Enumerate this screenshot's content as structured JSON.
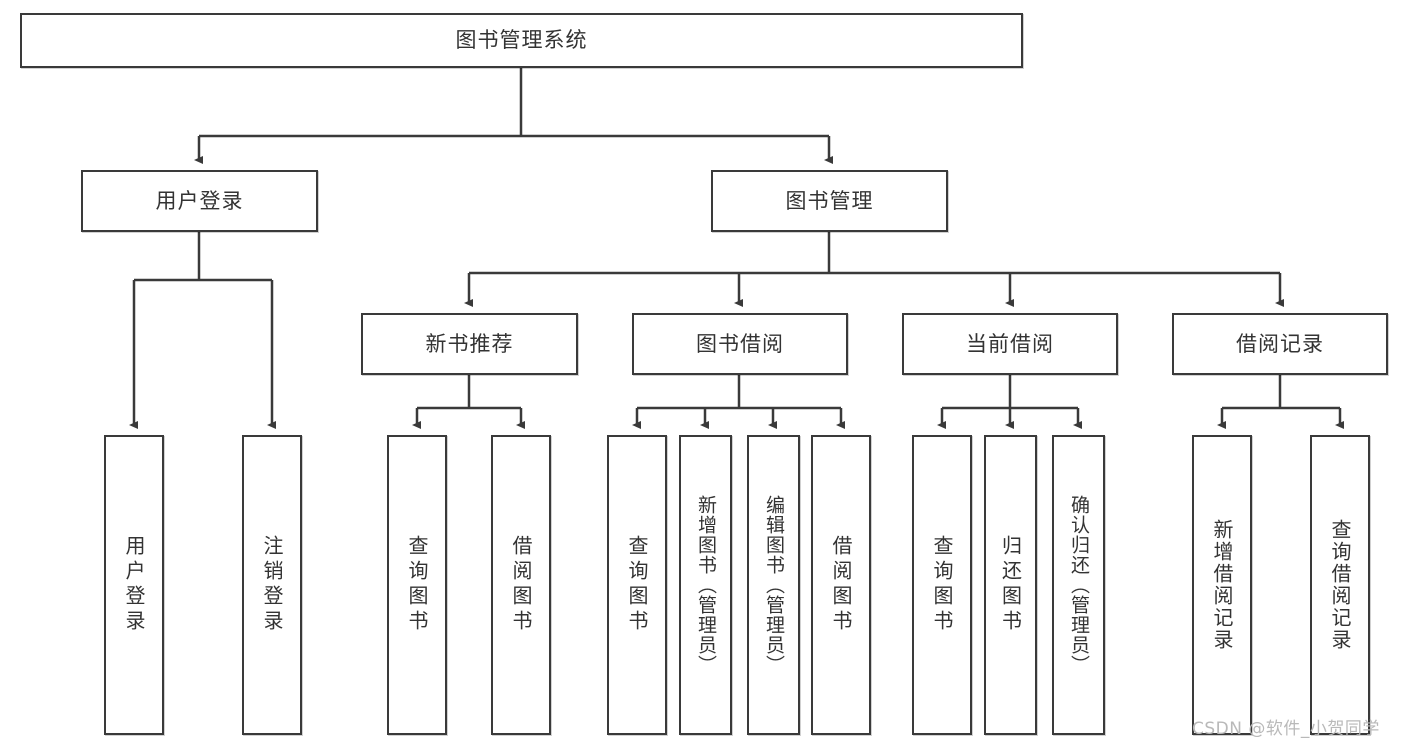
{
  "diagram": {
    "title": "图书管理系统",
    "type": "tree-hierarchy",
    "watermark": "CSDN @软件_小贺同学"
  },
  "nodes": {
    "root": {
      "label": "图书管理系统"
    },
    "level2": [
      {
        "id": "user-login",
        "label": "用户登录"
      },
      {
        "id": "book-manage",
        "label": "图书管理"
      }
    ],
    "level3": [
      {
        "id": "new-book-recommend",
        "label": "新书推荐"
      },
      {
        "id": "book-borrow",
        "label": "图书借阅"
      },
      {
        "id": "current-borrow",
        "label": "当前借阅"
      },
      {
        "id": "borrow-record",
        "label": "借阅记录"
      }
    ],
    "leaves": [
      {
        "id": "leaf-user-login",
        "label": "用户登录"
      },
      {
        "id": "leaf-logout-login",
        "label": "注销登录"
      },
      {
        "id": "leaf-query-book-1",
        "label": "查询图书"
      },
      {
        "id": "leaf-borrow-book-1",
        "label": "借阅图书"
      },
      {
        "id": "leaf-query-book-2",
        "label": "查询图书"
      },
      {
        "id": "leaf-add-book",
        "label": "新增图书（管理员）"
      },
      {
        "id": "leaf-edit-book",
        "label": "编辑图书（管理员）"
      },
      {
        "id": "leaf-borrow-book-2",
        "label": "借阅图书"
      },
      {
        "id": "leaf-query-book-3",
        "label": "查询图书"
      },
      {
        "id": "leaf-return-book",
        "label": "归还图书"
      },
      {
        "id": "leaf-confirm-return",
        "label": "确认归还（管理员）"
      },
      {
        "id": "leaf-add-borrow-record",
        "label": "新增借阅记录"
      },
      {
        "id": "leaf-query-borrow-record",
        "label": "查询借阅记录"
      }
    ]
  },
  "colors": {
    "stroke": "#3a3a3a",
    "text": "#333333",
    "background": "#ffffff",
    "watermark": "#b9b9b9"
  }
}
